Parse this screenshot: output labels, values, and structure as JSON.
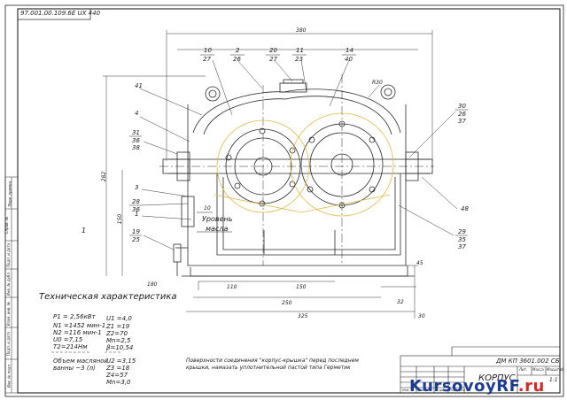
{
  "drawing": {
    "corner_code": "97.001.00.109.6E UX 440",
    "balloons": [
      {
        "top": "10",
        "bottom": "27"
      },
      {
        "top": "2",
        "bottom": "26"
      },
      {
        "top": "20",
        "bottom": "27"
      },
      {
        "top": "11",
        "bottom": "23"
      },
      {
        "top": "14",
        "bottom": "40"
      },
      {
        "top": "30",
        "bottom": "26"
      },
      {
        "top": "31",
        "bottom": "36"
      },
      {
        "top": "28",
        "bottom": "36"
      },
      {
        "top": "19",
        "bottom": "25"
      },
      {
        "top": "29",
        "bottom": "35"
      }
    ],
    "balloon_extra": [
      "37",
      "38",
      "37"
    ],
    "part_numbers": [
      "41",
      "4",
      "3",
      "1",
      "48",
      "1"
    ],
    "dimensions": [
      "380",
      "282",
      "150",
      "180",
      "110",
      "150",
      "250",
      "325",
      "32",
      "30",
      "45",
      "10",
      "R30"
    ],
    "oil_label_line1": "Уровень",
    "oil_label_line2": "масла"
  },
  "tech": {
    "title": "Техническая характеристика",
    "p1": "P1 = 2,56кВт",
    "n1": "N1 =1452 мин-1",
    "n2": "N2 =116 мин-1",
    "u0": "U0 =7,15",
    "t2": "T2=214Нм",
    "oil_line1": "Объем масляной",
    "oil_line2": "ванны ~3 (л)",
    "right_col": [
      "U1 =4,0",
      "Z1 =19",
      "Z2=70",
      "Mn=2,5",
      "β=10,54",
      "U2 =3,15",
      "Z3 =18",
      "Z4=57",
      "Mn=3,0"
    ]
  },
  "notes": {
    "line1": "Поверхности соединения \"корпус-крышка\" перед последнем",
    "line2": "крышки, намазать уплотнительной пастой типа Герметик"
  },
  "title_block": {
    "doc_code": "ДМ КП 3601.002 СБ",
    "name": "КОРПУС",
    "sheet_labels": [
      "Лит.",
      "Масса",
      "Масштаб"
    ],
    "scale": "1:1",
    "small_rows": [
      "Изм.",
      "Лист",
      "№ докум.",
      "Подп.",
      "Дата"
    ]
  },
  "side_strip": [
    "Перв. примен.",
    "Справ. №",
    "Подп. и дата",
    "Инв. № дубл.",
    "Взам. инв. №",
    "Подп. и дата",
    "Инв. № подл."
  ],
  "watermark": {
    "main": "KursovoyRF",
    "tld": ".ru"
  }
}
